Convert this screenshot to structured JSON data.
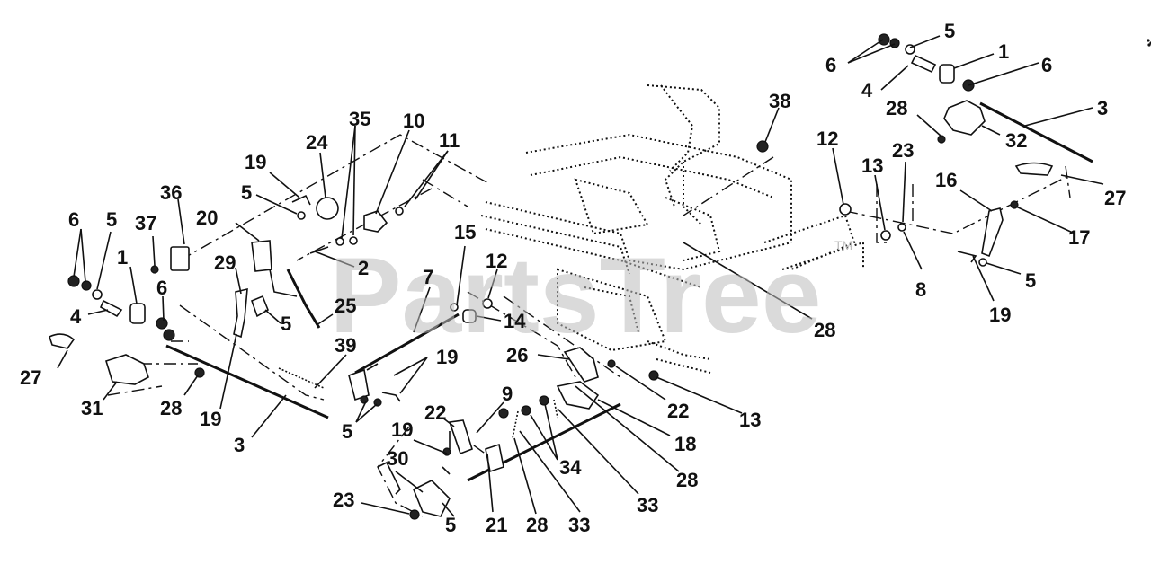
{
  "watermark": {
    "text": "PartsTree",
    "trademark": "TM"
  },
  "callouts": [
    "6",
    "5",
    "1",
    "6",
    "4",
    "28",
    "3",
    "32",
    "38",
    "12",
    "23",
    "13",
    "16",
    "17",
    "27",
    "8",
    "5",
    "19",
    "35",
    "10",
    "11",
    "24",
    "19",
    "5",
    "36",
    "20",
    "2",
    "6",
    "5",
    "37",
    "1",
    "4",
    "29",
    "6",
    "5",
    "25",
    "15",
    "7",
    "12",
    "14",
    "28",
    "39",
    "27",
    "31",
    "28",
    "19",
    "3",
    "5",
    "19",
    "26",
    "22",
    "13",
    "9",
    "18",
    "22",
    "19",
    "34",
    "28",
    "30",
    "23",
    "5",
    "21",
    "28",
    "33",
    "33"
  ]
}
